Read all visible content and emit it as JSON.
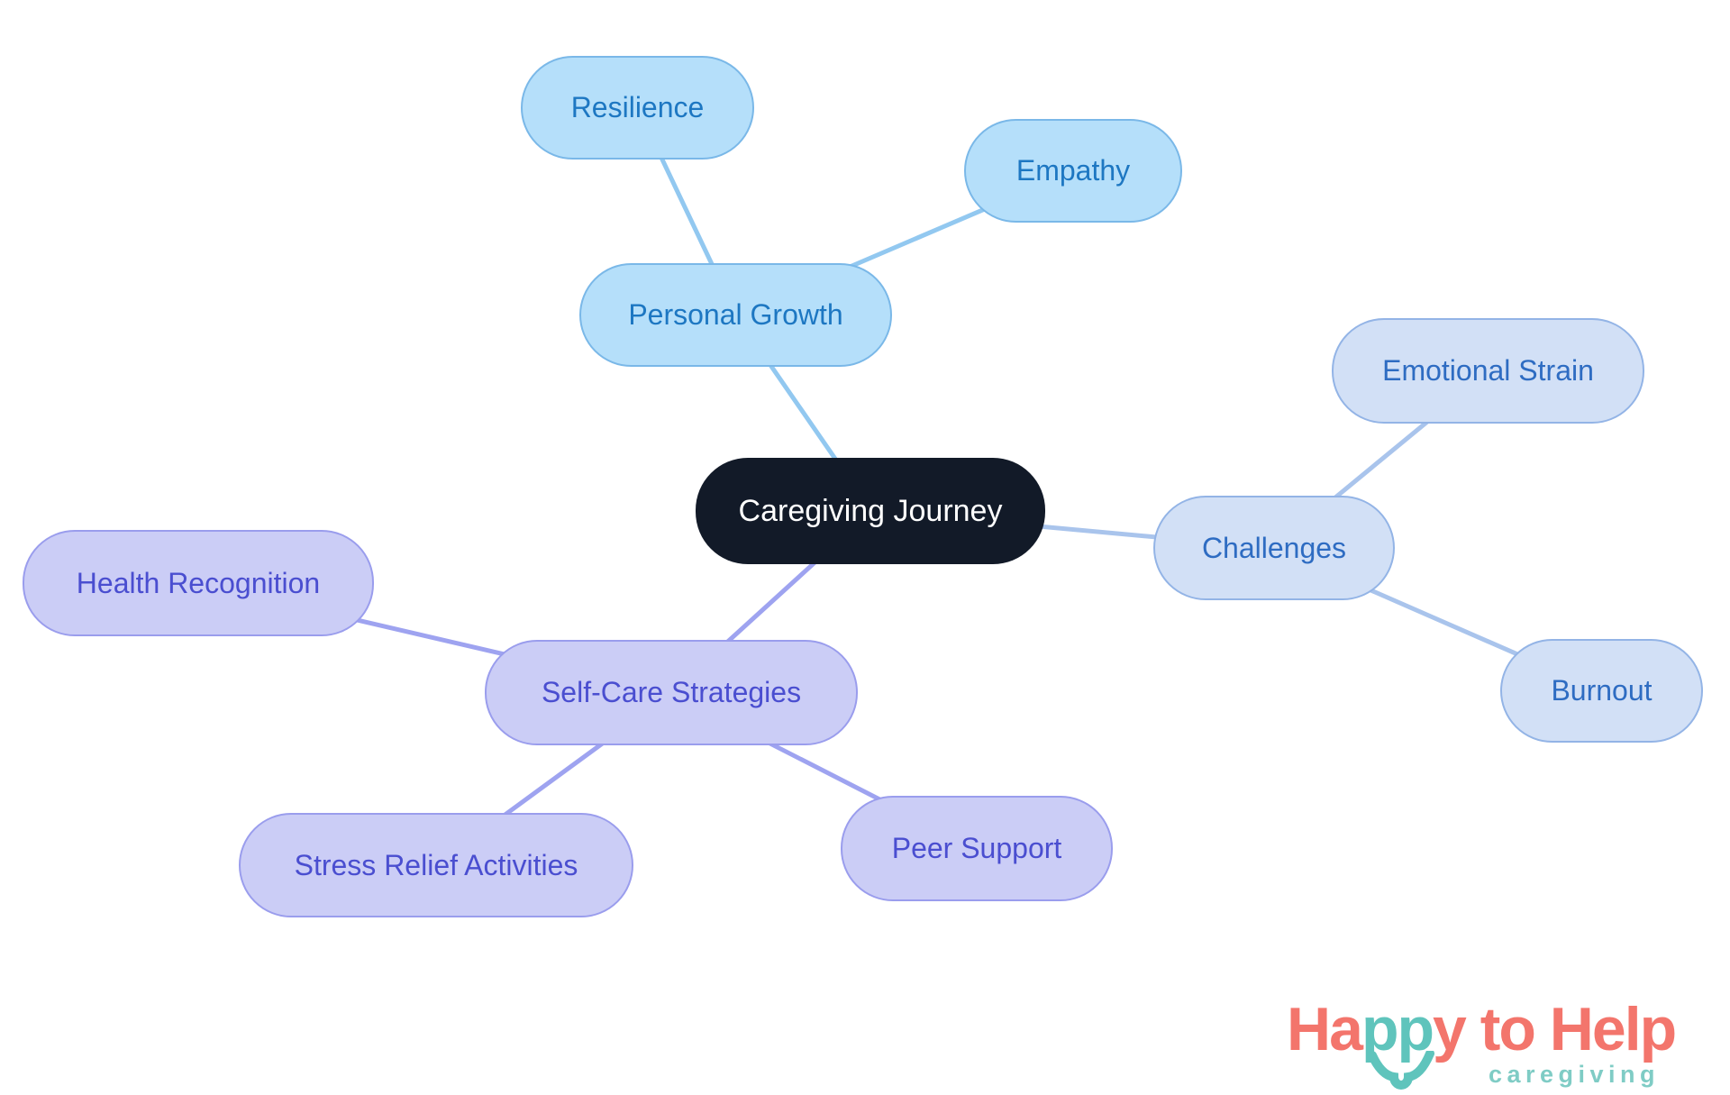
{
  "palette": {
    "background": "#ffffff",
    "central_fill": "#121a28",
    "central_text": "#ffffff",
    "blue_fill": "#b5dffa",
    "blue_border": "#7ab8e8",
    "blue_text": "#1d77c2",
    "blue_edge": "#92c8f0",
    "periwinkle_fill": "#d2e0f6",
    "periwinkle_border": "#93b4e6",
    "periwinkle_text": "#2e6cc2",
    "periwinkle_edge": "#a9c4ec",
    "purple_fill": "#cbcdf6",
    "purple_border": "#9a9ded",
    "purple_text": "#4a4ed0",
    "purple_edge": "#9ea3f0"
  },
  "mindmap": {
    "central": {
      "label": "Caregiving Journey"
    },
    "branches": [
      {
        "label": "Personal Growth",
        "children": [
          "Resilience",
          "Empathy"
        ]
      },
      {
        "label": "Challenges",
        "children": [
          "Emotional Strain",
          "Burnout"
        ]
      },
      {
        "label": "Self-Care Strategies",
        "children": [
          "Health Recognition",
          "Stress Relief Activities",
          "Peer Support"
        ]
      }
    ]
  },
  "logo": {
    "word_part1": "Ha",
    "word_part2": "pp",
    "word_part3": "y to Help",
    "tagline": "caregiving",
    "coral": "#f3756c",
    "teal": "#5fc4bc",
    "tagline_color": "#7fccc5"
  }
}
